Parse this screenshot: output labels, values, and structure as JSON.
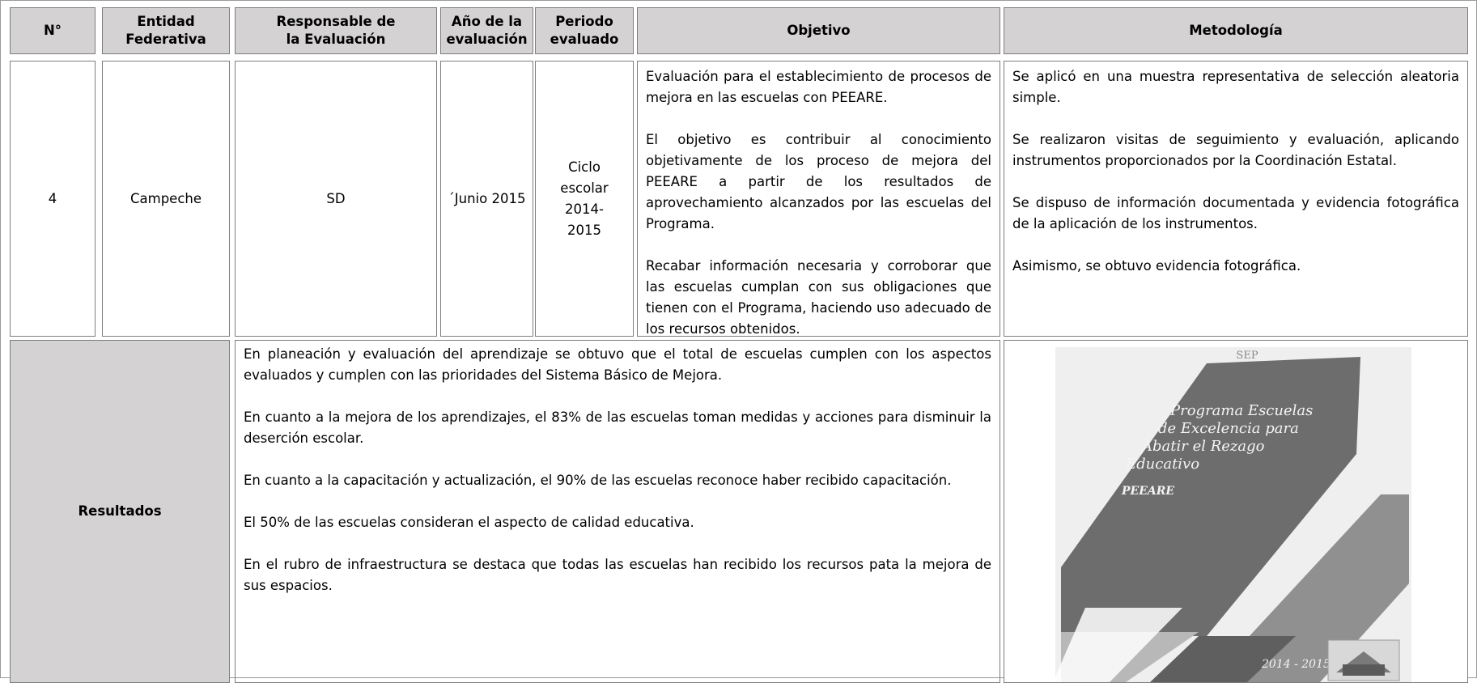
{
  "headers": {
    "num": "N°",
    "entidad": "Entidad Federativa",
    "responsable": "Responsable de la Evaluación",
    "anio": "Año de la evaluación",
    "periodo": "Periodo evaluado",
    "objetivo": "Objetivo",
    "metodologia": "Metodología"
  },
  "row": {
    "num": "4",
    "entidad": "Campeche",
    "responsable": "SD",
    "anio": "´Junio 2015",
    "periodo": "Ciclo escolar 2014-2015",
    "objetivo": [
      "Evaluación para el establecimiento de procesos de mejora en las escuelas con PEEARE.",
      "El objetivo es contribuir al conocimiento objetivamente de los proceso de mejora del PEEARE a partir de los resultados de aprovechamiento alcanzados por las escuelas del Programa.",
      "Recabar información necesaria y corroborar que las escuelas cumplan con sus obligaciones que tienen con el Programa, haciendo uso adecuado de los recursos obtenidos."
    ],
    "metodologia": [
      "Se aplicó en una muestra representativa de selección aleatoria simple.",
      "Se realizaron visitas de seguimiento y evaluación, aplicando instrumentos proporcionados por la Coordinación Estatal.",
      "Se dispuso de información documentada y evidencia fotográfica de la aplicación de los instrumentos.",
      "Asimismo, se obtuvo evidencia fotográfica."
    ]
  },
  "resultados": {
    "label": "Resultados",
    "paragraphs": [
      "En planeación y evaluación del aprendizaje se obtuvo que el total de escuelas cumplen con los aspectos evaluados y cumplen con las prioridades del Sistema Básico de Mejora.",
      "En cuanto a la mejora de los aprendizajes, el 83% de las escuelas toman medidas y acciones para disminuir la deserción escolar.",
      "En cuanto a la capacitación y actualización, el 90% de las escuelas reconoce haber recibido capacitación.",
      "El 50% de las escuelas consideran el aspecto de calidad educativa.",
      "En el rubro de infraestructura se destaca que todas las escuelas han recibido los recursos pata la mejora de sus espacios."
    ]
  },
  "cover": {
    "agency": "SEP",
    "title_lines": [
      "Programa Escuelas",
      "de Excelencia para",
      "Abatir el Rezago",
      "Educativo"
    ],
    "acronym": "PEEARE",
    "years": "2014 - 2015"
  }
}
